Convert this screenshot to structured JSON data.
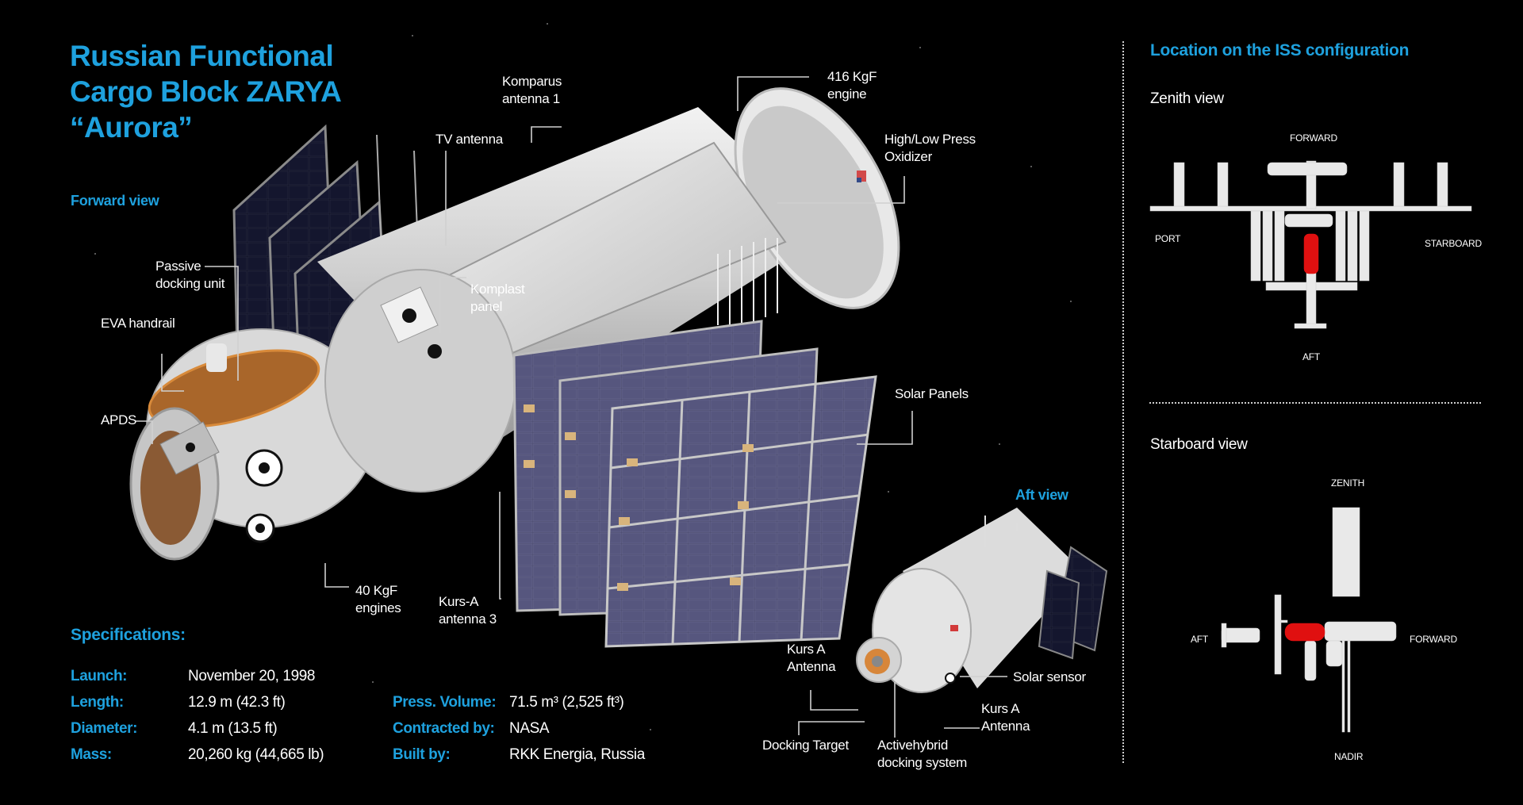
{
  "header": {
    "title_lines": [
      "Russian Functional",
      "Cargo Block ZARYA",
      "“Aurora”"
    ]
  },
  "views": {
    "forward": "Forward view",
    "aft": "Aft view"
  },
  "callouts": {
    "komparus": [
      "Komparus",
      "antenna 1"
    ],
    "tv_antenna": "TV antenna",
    "engine_416": [
      "416 KgF",
      "engine"
    ],
    "oxidizer": [
      "High/Low Press",
      "Oxidizer"
    ],
    "passive_docking": [
      "Passive",
      "docking unit"
    ],
    "eva_handrail": "EVA handrail",
    "apds": "APDS",
    "komplast": [
      "Komplast",
      "panel"
    ],
    "solar_panels": "Solar Panels",
    "engines_40": [
      "40 KgF",
      "engines"
    ],
    "kurs_a3": [
      "Kurs-A",
      "antenna 3"
    ],
    "kurs_a_left": [
      "Kurs A",
      "Antenna"
    ],
    "solar_sensor": "Solar sensor",
    "kurs_a_right": [
      "Kurs A",
      "Antenna"
    ],
    "docking_target": "Docking Target",
    "active_hybrid": [
      "Activehybrid",
      "docking system"
    ]
  },
  "specs": {
    "heading": "Specifications:",
    "left": [
      {
        "key": "Launch:",
        "value": "November 20, 1998"
      },
      {
        "key": "Length:",
        "value": "12.9 m (42.3 ft)"
      },
      {
        "key": "Diameter:",
        "value": "4.1 m (13.5 ft)"
      },
      {
        "key": "Mass:",
        "value": "20,260 kg (44,665 lb)"
      }
    ],
    "right": [
      {
        "key": "Press. Volume:",
        "value": "71.5 m³ (2,525 ft³)"
      },
      {
        "key": "Contracted by:",
        "value": "NASA"
      },
      {
        "key": "Built by:",
        "value": "RKK Energia, Russia"
      }
    ]
  },
  "iss_location": {
    "heading": "Location on the ISS configuration",
    "zenith_view": {
      "title": "Zenith view",
      "labels": {
        "top": "FORWARD",
        "left": "PORT",
        "right": "STARBOARD",
        "bottom": "AFT"
      }
    },
    "starboard_view": {
      "title": "Starboard view",
      "labels": {
        "top": "ZENITH",
        "left": "AFT",
        "right": "FORWARD",
        "bottom": "NADIR"
      }
    }
  },
  "colors": {
    "accent": "#1ea1de",
    "highlight_module": "#e01010",
    "background": "#000000",
    "solar_cell": "#4a4a6e",
    "module_body": "#d8d8d8",
    "docking_gold": "#b06a28"
  }
}
